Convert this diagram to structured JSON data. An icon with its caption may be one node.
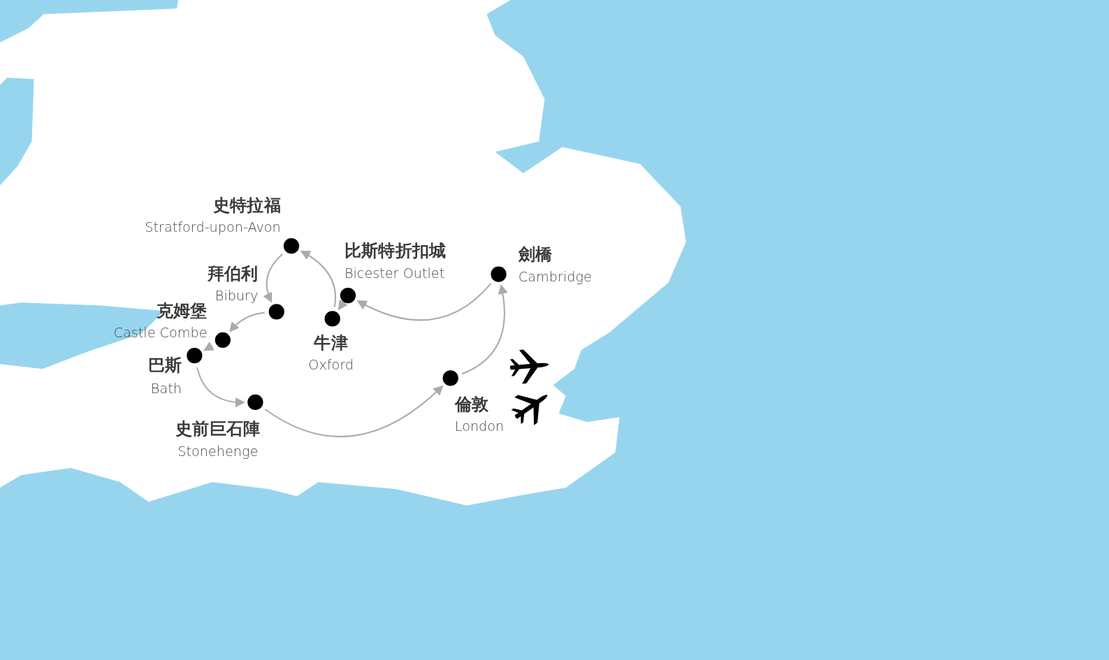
{
  "diagram": {
    "nodes": [
      {
        "text": [
          "史特拉福",
          "Stratford-upon-Avon"
        ]
      },
      {
        "text": [
          "比斯特折扣城",
          "Bicester Outlet"
        ]
      },
      {
        "text": [
          "劍橋",
          "Cambridge"
        ]
      },
      {
        "text": [
          "拜伯利",
          "Bibury"
        ]
      },
      {
        "text": [
          "克姆堡",
          "Castle Combe"
        ]
      },
      {
        "text": [
          "牛津",
          "Oxford"
        ]
      },
      {
        "text": [
          "巴斯",
          "Bath"
        ]
      },
      {
        "text": [
          "倫敦",
          "London"
        ]
      },
      {
        "text": [
          "史前巨石陣",
          "Stonehenge"
        ]
      }
    ],
    "edges": [
      {
        "from": 7,
        "to": 2,
        "arrow": "to"
      },
      {
        "from": 2,
        "to": 1,
        "arrow": "to"
      },
      {
        "from": 1,
        "to": 5,
        "arrow": "to"
      },
      {
        "from": 5,
        "to": 0,
        "arrow": "to"
      },
      {
        "from": 0,
        "to": 3,
        "arrow": "to"
      },
      {
        "from": 3,
        "to": 4,
        "arrow": "to"
      },
      {
        "from": 4,
        "to": 6,
        "arrow": "to"
      },
      {
        "from": 6,
        "to": 8,
        "arrow": "to"
      },
      {
        "from": 8,
        "to": 7,
        "arrow": "to"
      }
    ]
  }
}
